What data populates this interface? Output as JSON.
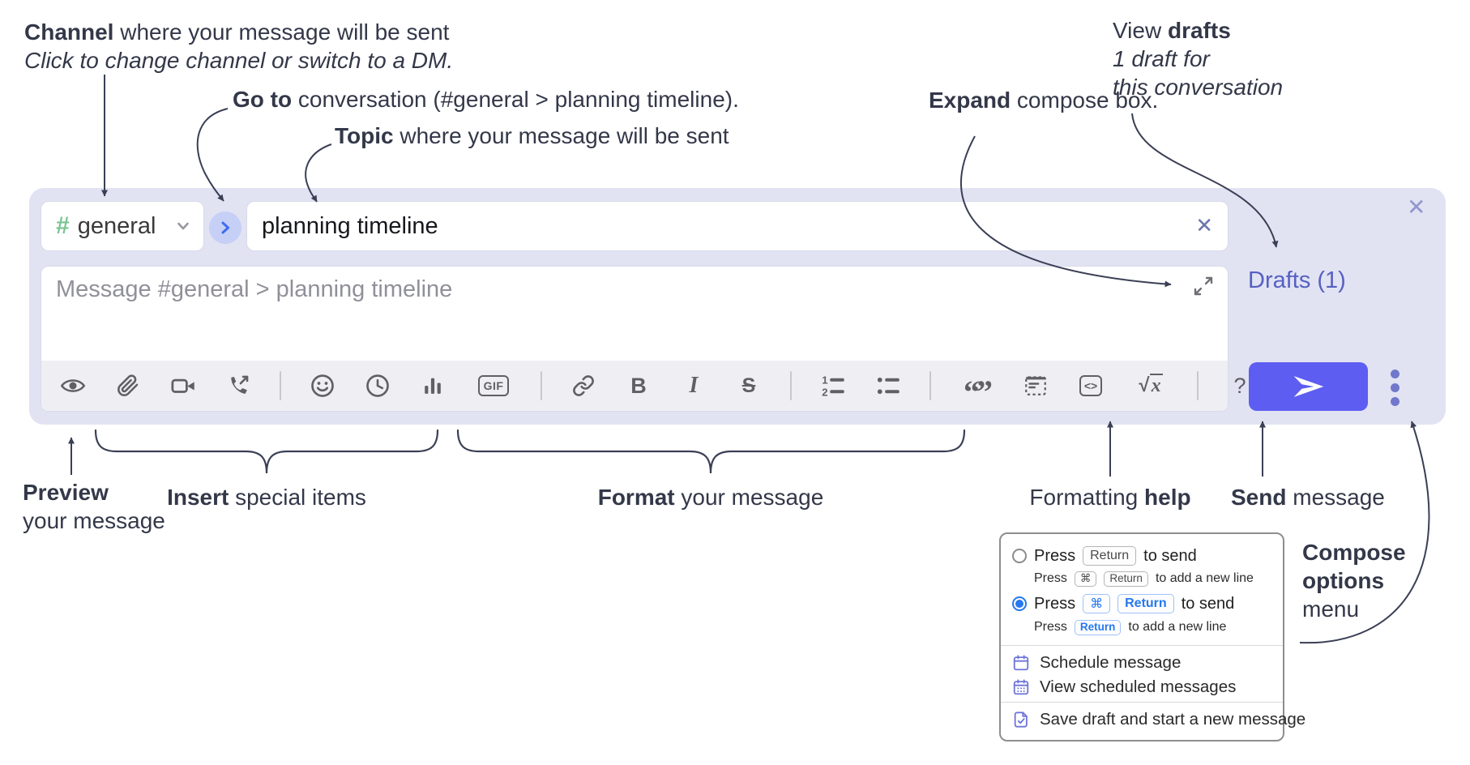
{
  "annotations": {
    "channel": {
      "bold": "Channel",
      "rest": " where your message will be sent",
      "line2": "Click to change channel or switch to a DM."
    },
    "goto": {
      "bold": "Go to",
      "rest": " conversation (#general > planning timeline)."
    },
    "topic": {
      "bold": "Topic",
      "rest": " where your message will be sent"
    },
    "expand": {
      "bold": "Expand",
      "rest": " compose box."
    },
    "view_drafts": {
      "pre": "View ",
      "bold": "drafts",
      "line2": "1 draft for",
      "line3": "this conversation"
    },
    "preview": {
      "bold": "Preview",
      "line2": "your message"
    },
    "insert": {
      "bold": "Insert",
      "rest": " special items"
    },
    "format": {
      "bold": "Format",
      "rest": " your message"
    },
    "formatting_help": {
      "pre": "Formatting ",
      "bold": "help"
    },
    "send": {
      "bold": "Send",
      "rest": " message"
    },
    "compose_options": {
      "line1": "Compose",
      "line2": "options",
      "line3": "menu"
    }
  },
  "compose": {
    "channel_hash": "#",
    "channel_name": "general",
    "topic_value": "planning timeline",
    "topic_clear": "✕",
    "close": "✕",
    "message_placeholder": "Message #general > planning timeline",
    "drafts_link": "Drafts (1)",
    "toolbar": {
      "gif": "GIF",
      "bold": "B",
      "italic": "I",
      "strike": "S",
      "ol_1": "1",
      "ol_2": "2",
      "quote": "“”",
      "code": "<>",
      "sqrt": "√",
      "math_x": "x",
      "help": "?"
    }
  },
  "options_menu": {
    "opt1": {
      "press": "Press",
      "key1": "Return",
      "after": "to send",
      "sub_press": "Press",
      "sub_key1": "⌘",
      "sub_key2": "Return",
      "sub_after": "to add a new line"
    },
    "opt2": {
      "press": "Press",
      "key1": "⌘",
      "key2": "Return",
      "after": "to send",
      "sub_press": "Press",
      "sub_key1": "Return",
      "sub_after": "to add a new line"
    },
    "schedule": "Schedule message",
    "view_scheduled": "View scheduled messages",
    "save_draft": "Save draft and start a new message"
  }
}
